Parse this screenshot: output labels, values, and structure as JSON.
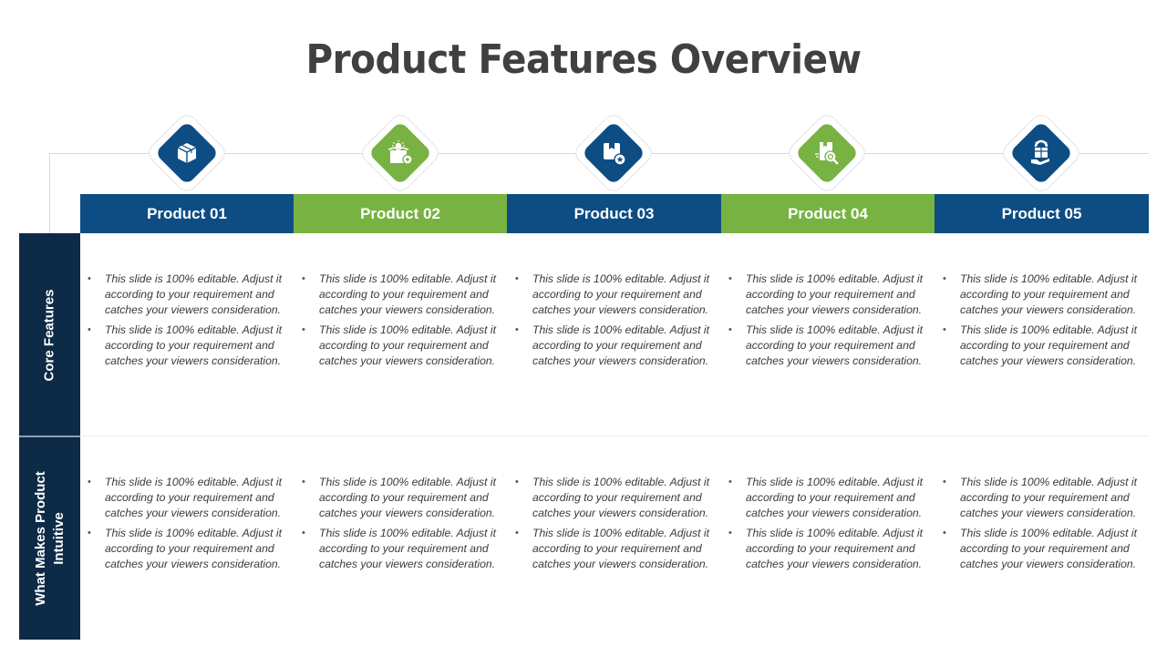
{
  "title": "Product Features Overview",
  "colors": {
    "blue": "#0e4d83",
    "green": "#78b243",
    "navy": "#0d2b46",
    "title_text": "#404040"
  },
  "products": [
    {
      "label": "Product 01",
      "color": "blue",
      "icon": "box-package-icon"
    },
    {
      "label": "Product 02",
      "color": "green",
      "icon": "box-idea-gear-icon"
    },
    {
      "label": "Product 03",
      "color": "blue",
      "icon": "box-star-badge-icon"
    },
    {
      "label": "Product 04",
      "color": "green",
      "icon": "box-wrench-gear-icon"
    },
    {
      "label": "Product 05",
      "color": "blue",
      "icon": "hand-box-gear-icon"
    }
  ],
  "rows": [
    {
      "label": "Core Features",
      "cells": [
        [
          "This slide is 100% editable. Adjust it according to your requirement and catches your viewers consideration.",
          "This slide is 100% editable. Adjust it according to your requirement and catches your viewers consideration."
        ],
        [
          "This slide is 100% editable. Adjust it according to your requirement and catches your viewers consideration.",
          "This slide is 100% editable. Adjust it according to your requirement and catches your viewers consideration."
        ],
        [
          "This slide is 100% editable. Adjust it according to your requirement and catches your viewers consideration.",
          "This slide is 100% editable. Adjust it according to your requirement and catches your viewers consideration."
        ],
        [
          "This slide is 100% editable. Adjust it according to your requirement and catches your viewers consideration.",
          "This slide is 100% editable. Adjust it according to your requirement and catches your viewers consideration."
        ],
        [
          "This slide is 100% editable. Adjust it according to your requirement and catches your viewers consideration.",
          "This slide is 100% editable. Adjust it according to your requirement and catches your viewers consideration."
        ]
      ]
    },
    {
      "label_line1": "What Makes Product",
      "label_line2": "Intuitive",
      "cells": [
        [
          "This slide is 100% editable. Adjust it according to your requirement and catches your viewers consideration.",
          "This slide is 100% editable. Adjust it according to your requirement and catches your viewers consideration."
        ],
        [
          "This slide is 100% editable. Adjust it according to your requirement and catches your viewers consideration.",
          "This slide is 100% editable. Adjust it according to your requirement and catches your viewers consideration."
        ],
        [
          "This slide is 100% editable. Adjust it according to your requirement and catches your viewers consideration.",
          "This slide is 100% editable. Adjust it according to your requirement and catches your viewers consideration."
        ],
        [
          "This slide is 100% editable. Adjust it according to your requirement and catches your viewers consideration.",
          "This slide is 100% editable. Adjust it according to your requirement and catches your viewers consideration."
        ],
        [
          "This slide is 100% editable. Adjust it according to your requirement and catches your viewers consideration.",
          "This slide is 100% editable. Adjust it according to your requirement and catches your viewers consideration."
        ]
      ]
    }
  ]
}
